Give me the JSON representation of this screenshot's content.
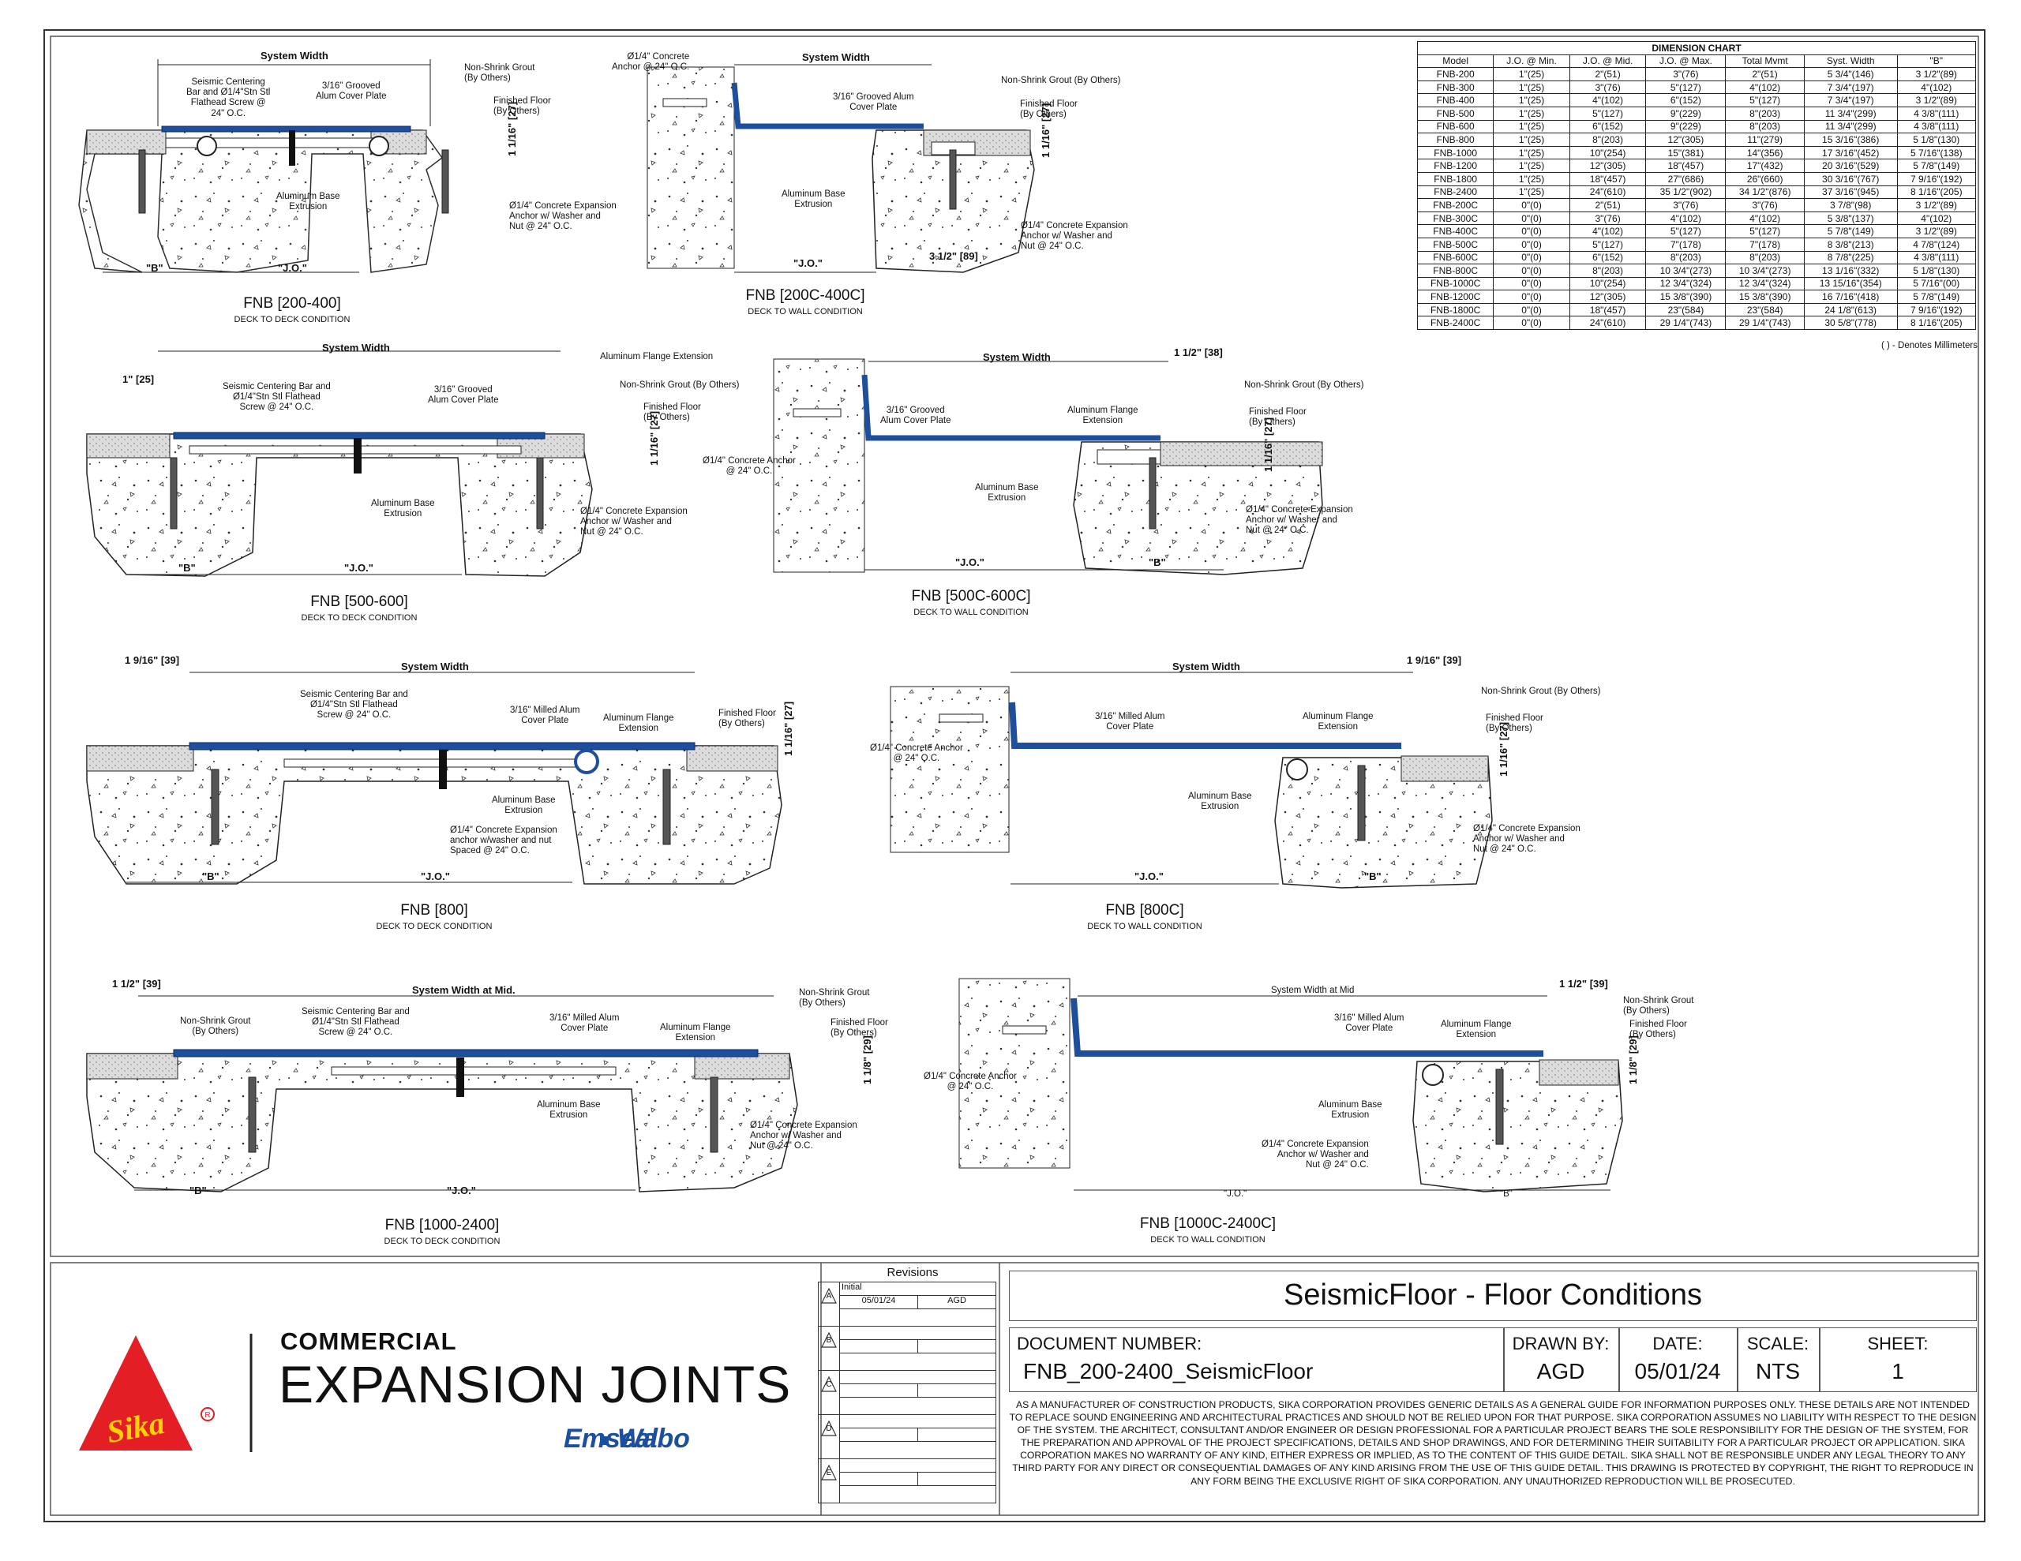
{
  "details": [
    {
      "title": "FNB [200-400]",
      "subtitle": "DECK TO DECK CONDITION",
      "labels": [
        "System Width",
        "Seismic Centering\nBar and Ø1/4\"Stn Stl\nFlathead Screw @\n24\" O.C.",
        "3/16\" Grooved\nAlum Cover Plate",
        "Non-Shrink Grout\n(By Others)",
        "Finished Floor\n(By Others)",
        "Aluminum Base\nExtrusion",
        "Ø1/4\" Concrete Expansion\nAnchor w/ Washer and\nNut @ 24\" O.C.",
        "\"B\"",
        "\"J.O.\"",
        "1 1/16\" [27]"
      ]
    },
    {
      "title": "FNB [200C-400C]",
      "subtitle": "DECK TO WALL CONDITION",
      "labels": [
        "Ø1/4\" Concrete\nAnchor @ 24\" O.C.",
        "System Width",
        "3/16\" Grooved Alum\nCover Plate",
        "Non-Shrink Grout (By Others)",
        "Finished Floor\n(By Others)",
        "Aluminum Base\nExtrusion",
        "Ø1/4\" Concrete Expansion\nAnchor w/ Washer and\nNut @ 24\" O.C.",
        "\"J.O.\"",
        "3 1/2\" [89]",
        "1 1/16\" [27]"
      ]
    },
    {
      "title": "FNB [500-600]",
      "subtitle": "DECK TO DECK CONDITION",
      "labels": [
        "System Width",
        "1\" [25]",
        "Aluminum Flange Extension",
        "Seismic Centering Bar and\nØ1/4\"Stn Stl Flathead\nScrew @ 24\" O.C.",
        "3/16\" Grooved\nAlum Cover Plate",
        "Non-Shrink Grout (By Others)",
        "Finished Floor\n(By Others)",
        "Aluminum Base\nExtrusion",
        "Ø1/4\" Concrete Expansion\nAnchor w/ Washer and\nNut @ 24\" O.C.",
        "\"B\"",
        "\"J.O.\"",
        "1 1/16\" [27]"
      ]
    },
    {
      "title": "FNB [500C-600C]",
      "subtitle": "DECK TO WALL CONDITION",
      "labels": [
        "System Width",
        "1 1/2\" [38]",
        "Non-Shrink Grout (By Others)",
        "3/16\" Grooved\nAlum Cover Plate",
        "Aluminum Flange\nExtension",
        "Finished Floor\n(By Others)",
        "Ø1/4\" Concrete Anchor\n@ 24\" O.C.",
        "Aluminum Base\nExtrusion",
        "Ø1/4\" Concrete Expansion\nAnchor w/ Washer and\nNut @ 24\" O.C.",
        "\"J.O.\"",
        "\"B\"",
        "1 1/16\" [27]"
      ]
    },
    {
      "title": "FNB [800]",
      "subtitle": "DECK TO DECK CONDITION",
      "labels": [
        "1 9/16\" [39]",
        "System Width",
        "Seismic Centering Bar and\nØ1/4\"Stn Stl Flathead\nScrew @ 24\" O.C.",
        "3/16\" Milled Alum\nCover Plate",
        "Aluminum Flange\nExtension",
        "Finished Floor\n(By Others)",
        "Aluminum Base\nExtrusion",
        "Ø1/4\" Concrete Expansion\nanchor w/washer and nut\nSpaced @ 24\" O.C.",
        "\"B\"",
        "\"J.O.\"",
        "1 1/16\" [27]"
      ]
    },
    {
      "title": "FNB [800C]",
      "subtitle": "DECK TO WALL CONDITION",
      "labels": [
        "System Width",
        "1 9/16\" [39]",
        "Non-Shrink Grout (By Others)",
        "3/16\" Milled Alum\nCover Plate",
        "Aluminum Flange\nExtension",
        "Finished Floor\n(By Others)",
        "Ø1/4\" Concrete Anchor\n@ 24\" O.C.",
        "Aluminum Base\nExtrusion",
        "Ø1/4\" Concrete Expansion\nAnchor w/ Washer and\nNut @ 24\" O.C.",
        "\"J.O.\"",
        "\"B\"",
        "1 1/16\" [27]"
      ]
    },
    {
      "title": "FNB [1000-2400]",
      "subtitle": "DECK TO DECK CONDITION",
      "labels": [
        "1 1/2\" [39]",
        "System Width at Mid.",
        "Non-Shrink Grout\n(By Others)",
        "Seismic Centering Bar and\nØ1/4\"Stn Stl Flathead\nScrew @ 24\" O.C.",
        "3/16\" Milled Alum\nCover Plate",
        "Aluminum Flange\nExtension",
        "Non-Shrink Grout\n(By Others)",
        "Finished Floor\n(By Others)",
        "Aluminum Base\nExtrusion",
        "Ø1/4\" Concrete Expansion\nAnchor w/ Washer and\nNut @ 24\" O.C.",
        "\"B\"",
        "\"J.O.\"",
        "1 1/8\" [29]"
      ]
    },
    {
      "title": "FNB [1000C-2400C]",
      "subtitle": "DECK TO WALL CONDITION",
      "labels": [
        "System Width at Mid",
        "1 1/2\" [39]",
        "Non-Shrink Grout\n(By Others)",
        "3/16\" Milled Alum\nCover Plate",
        "Aluminum Flange\nExtension",
        "Finished Floor\n(By Others)",
        "Ø1/4\" Concrete Anchor\n@ 24\" O.C.",
        "Aluminum Base\nExtrusion",
        "Ø1/4\" Concrete Expansion\nAnchor w/ Washer and\nNut @ 24\" O.C.",
        "\"J.O.\"",
        "\"B\"",
        "1 1/8\" [29]"
      ]
    }
  ],
  "dimension_chart": {
    "caption": "DIMENSION CHART",
    "headers": [
      "Model",
      "J.O. @ Min.",
      "J.O. @ Mid.",
      "J.O. @ Max.",
      "Total Mvmt",
      "Syst. Width",
      "\"B\""
    ],
    "rows": [
      [
        "FNB-200",
        "1\"(25)",
        "2\"(51)",
        "3\"(76)",
        "2\"(51)",
        "5 3/4\"(146)",
        "3 1/2\"(89)"
      ],
      [
        "FNB-300",
        "1\"(25)",
        "3\"(76)",
        "5\"(127)",
        "4\"(102)",
        "7 3/4\"(197)",
        "4\"(102)"
      ],
      [
        "FNB-400",
        "1\"(25)",
        "4\"(102)",
        "6\"(152)",
        "5\"(127)",
        "7 3/4\"(197)",
        "3 1/2\"(89)"
      ],
      [
        "FNB-500",
        "1\"(25)",
        "5\"(127)",
        "9\"(229)",
        "8\"(203)",
        "11 3/4\"(299)",
        "4 3/8\"(111)"
      ],
      [
        "FNB-600",
        "1\"(25)",
        "6\"(152)",
        "9\"(229)",
        "8\"(203)",
        "11 3/4\"(299)",
        "4 3/8\"(111)"
      ],
      [
        "FNB-800",
        "1\"(25)",
        "8\"(203)",
        "12\"(305)",
        "11\"(279)",
        "15 3/16\"(386)",
        "5 1/8\"(130)"
      ],
      [
        "FNB-1000",
        "1\"(25)",
        "10\"(254)",
        "15\"(381)",
        "14\"(356)",
        "17 3/16\"(452)",
        "5 7/16\"(138)"
      ],
      [
        "FNB-1200",
        "1\"(25)",
        "12\"(305)",
        "18\"(457)",
        "17\"(432)",
        "20 3/16\"(529)",
        "5 7/8\"(149)"
      ],
      [
        "FNB-1800",
        "1\"(25)",
        "18\"(457)",
        "27\"(686)",
        "26\"(660)",
        "30 3/16\"(767)",
        "7 9/16\"(192)"
      ],
      [
        "FNB-2400",
        "1\"(25)",
        "24\"(610)",
        "35 1/2\"(902)",
        "34 1/2\"(876)",
        "37 3/16\"(945)",
        "8 1/16\"(205)"
      ],
      [
        "FNB-200C",
        "0\"(0)",
        "2\"(51)",
        "3\"(76)",
        "3\"(76)",
        "3 7/8\"(98)",
        "3 1/2\"(89)"
      ],
      [
        "FNB-300C",
        "0\"(0)",
        "3\"(76)",
        "4\"(102)",
        "4\"(102)",
        "5 3/8\"(137)",
        "4\"(102)"
      ],
      [
        "FNB-400C",
        "0\"(0)",
        "4\"(102)",
        "5\"(127)",
        "5\"(127)",
        "5 7/8\"(149)",
        "3 1/2\"(89)"
      ],
      [
        "FNB-500C",
        "0\"(0)",
        "5\"(127)",
        "7\"(178)",
        "7\"(178)",
        "8 3/8\"(213)",
        "4 7/8\"(124)"
      ],
      [
        "FNB-600C",
        "0\"(0)",
        "6\"(152)",
        "8\"(203)",
        "8\"(203)",
        "8 7/8\"(225)",
        "4 3/8\"(111)"
      ],
      [
        "FNB-800C",
        "0\"(0)",
        "8\"(203)",
        "10 3/4\"(273)",
        "10 3/4\"(273)",
        "13 1/16\"(332)",
        "5 1/8\"(130)"
      ],
      [
        "FNB-1000C",
        "0\"(0)",
        "10\"(254)",
        "12 3/4\"(324)",
        "12 3/4\"(324)",
        "13 15/16\"(354)",
        "5 7/16\"(00)"
      ],
      [
        "FNB-1200C",
        "0\"(0)",
        "12\"(305)",
        "15 3/8\"(390)",
        "15 3/8\"(390)",
        "16 7/16\"(418)",
        "5 7/8\"(149)"
      ],
      [
        "FNB-1800C",
        "0\"(0)",
        "18\"(457)",
        "23\"(584)",
        "23\"(584)",
        "24 1/8\"(613)",
        "7 9/16\"(192)"
      ],
      [
        "FNB-2400C",
        "0\"(0)",
        "24\"(610)",
        "29 1/4\"(743)",
        "29 1/4\"(743)",
        "30 5/8\"(778)",
        "8 1/16\"(205)"
      ]
    ],
    "note": "( ) - Denotes Millimeters"
  },
  "title_block": {
    "logo_text": "Sika",
    "brand_line1": "COMMERCIAL",
    "brand_line2": "EXPANSION JOINTS",
    "brand_line3_a": "Emseal",
    "brand_line3_b": "Wabo",
    "revisions_title": "Revisions",
    "revisions": [
      {
        "letter": "A",
        "desc": "Initial",
        "date": "05/01/24",
        "by": "AGD"
      },
      {
        "letter": "B",
        "desc": "",
        "date": "",
        "by": ""
      },
      {
        "letter": "C",
        "desc": "",
        "date": "",
        "by": ""
      },
      {
        "letter": "D",
        "desc": "",
        "date": "",
        "by": ""
      },
      {
        "letter": "E",
        "desc": "",
        "date": "",
        "by": ""
      }
    ],
    "sheet_title": "SeismicFloor - Floor Conditions",
    "doc_number_label": "DOCUMENT NUMBER:",
    "doc_number": "FNB_200-2400_SeismicFloor",
    "drawn_by_label": "DRAWN BY:",
    "drawn_by": "AGD",
    "date_label": "DATE:",
    "date": "05/01/24",
    "scale_label": "SCALE:",
    "scale": "NTS",
    "sheet_label": "SHEET:",
    "sheet": "1",
    "disclaimer": "AS A MANUFACTURER OF CONSTRUCTION PRODUCTS, SIKA CORPORATION PROVIDES GENERIC DETAILS AS A GENERAL GUIDE FOR INFORMATION PURPOSES ONLY. THESE DETAILS ARE NOT INTENDED TO REPLACE SOUND ENGINEERING AND ARCHITECTURAL PRACTICES AND SHOULD NOT BE RELIED UPON FOR THAT PURPOSE. SIKA CORPORATION ASSUMES NO LIABILITY WITH RESPECT TO THE DESIGN OF THE SYSTEM. THE ARCHITECT, CONSULTANT AND/OR ENGINEER OR DESIGN PROFESSIONAL FOR A PARTICULAR PROJECT BEARS THE SOLE RESPONSIBILITY FOR THE DESIGN OF THE SYSTEM, FOR THE PREPARATION AND APPROVAL OF THE PROJECT SPECIFICATIONS, DETAILS AND SHOP DRAWINGS, AND FOR DETERMINING THEIR SUITABILITY FOR A PARTICULAR PROJECT OR APPLICATION. SIKA CORPORATION MAKES NO WARRANTY OF ANY KIND, EITHER EXPRESS OR IMPLIED, AS TO THE CONTENT OF THIS GUIDE DETAIL. SIKA SHALL NOT BE RESPONSIBLE UNDER ANY LEGAL THEORY TO ANY THIRD PARTY FOR ANY DIRECT OR CONSEQUENTIAL DAMAGES OF ANY KIND ARISING FROM THE USE OF THIS GUIDE DETAIL. THIS DRAWING IS PROTECTED BY COPYRIGHT, THE RIGHT TO REPRODUCE IN ANY FORM BEING THE EXCLUSIVE RIGHT OF SIKA CORPORATION. ANY UNAUTHORIZED REPRODUCTION WILL BE PROSECUTED."
  },
  "colors": {
    "cover_plate": "#1e4f9c",
    "concrete": "#ffffff",
    "grout": "#d9d9d9",
    "logo_red": "#e31e24",
    "brand_blue": "#1c4fa0"
  }
}
